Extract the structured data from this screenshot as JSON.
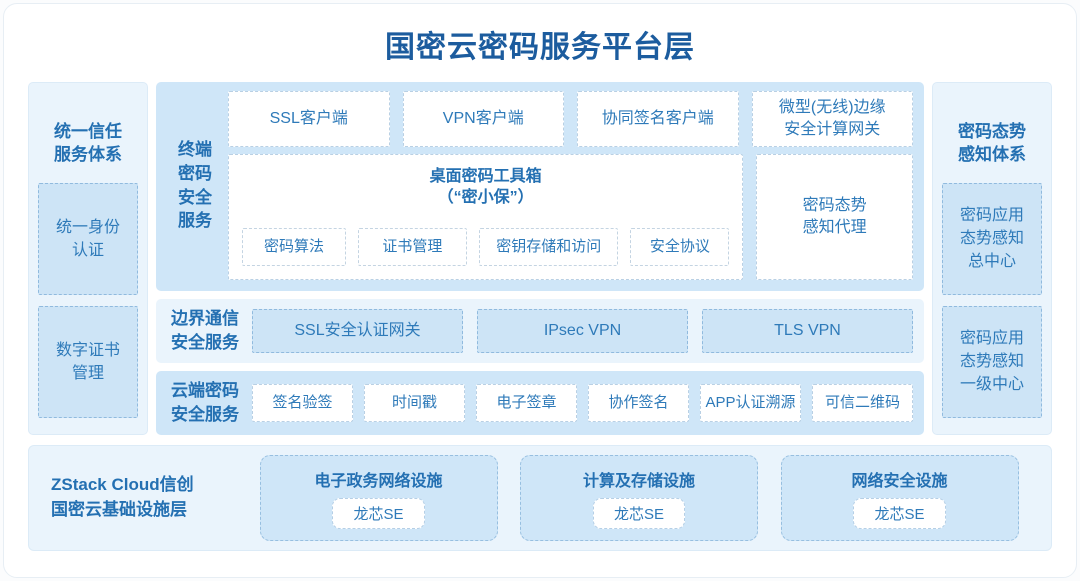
{
  "title": "国密云密码服务平台层",
  "colors": {
    "title_text": "#1c5c9e",
    "label_text": "#2470b2",
    "box_text": "#2e7ab9",
    "panel_blue": "#cfe6f8",
    "panel_light": "#eaf4fc",
    "box_blue_fill": "#cde4f6",
    "box_white_fill": "#ffffff"
  },
  "left_sidebar": {
    "header": "统一信任\n服务体系",
    "items": [
      {
        "label": "统一身份\n认证"
      },
      {
        "label": "数字证书\n管理"
      }
    ]
  },
  "right_sidebar": {
    "header": "密码态势\n感知体系",
    "items": [
      {
        "label": "密码应用\n态势感知\n总中心"
      },
      {
        "label": "密码应用\n态势感知\n一级中心"
      }
    ]
  },
  "terminal_row": {
    "label": "终端\n密码\n安全\n服务",
    "top_boxes": [
      "SSL客户端",
      "VPN客户端",
      "协同签名客户端",
      "微型(无线)边缘\n安全计算网关"
    ],
    "toolbox": {
      "title": "桌面密码工具箱",
      "subtitle": "（“密小保”）",
      "items": [
        "密码算法",
        "证书管理",
        "密钥存储和访问",
        "安全协议"
      ]
    },
    "agent": "密码态势\n感知代理"
  },
  "boundary_row": {
    "label": "边界通信\n安全服务",
    "boxes": [
      "SSL安全认证网关",
      "IPsec VPN",
      "TLS VPN"
    ]
  },
  "cloud_row": {
    "label": "云端密码\n安全服务",
    "boxes": [
      "签名验签",
      "时间戳",
      "电子签章",
      "协作签名",
      "APP认证溯源",
      "可信二维码"
    ]
  },
  "infra_row": {
    "label": "ZStack Cloud信创\n国密云基础设施层",
    "boxes": [
      {
        "title": "电子政务网络设施",
        "chip": "龙芯SE"
      },
      {
        "title": "计算及存储设施",
        "chip": "龙芯SE"
      },
      {
        "title": "网络安全设施",
        "chip": "龙芯SE"
      }
    ]
  }
}
